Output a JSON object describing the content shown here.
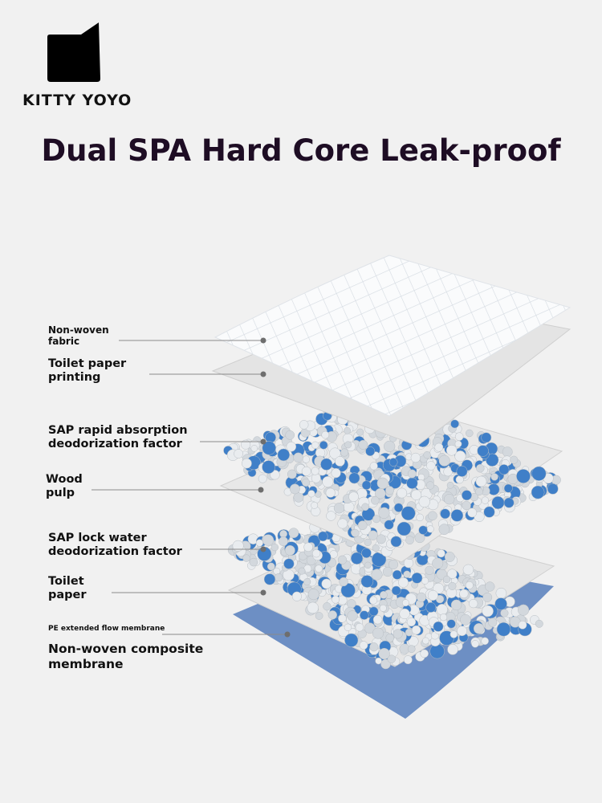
{
  "brand": {
    "name": "KITTY YOYO",
    "logo_icon": "cat-head-silhouette"
  },
  "title": "Dual SPA Hard Core Leak-proof",
  "colors": {
    "background": "#f1f1f1",
    "title": "#1e0d24",
    "membrane": "#6d8fc4",
    "bead_blue": "#3f7fc8"
  },
  "labels": [
    {
      "line1": "Non-woven",
      "line2": "fabric"
    },
    {
      "line1": "Toilet paper",
      "line2": "printing"
    },
    {
      "line1": "SAP rapid absorption",
      "line2": "deodorization factor"
    },
    {
      "line1": "Wood",
      "line2": "pulp"
    },
    {
      "line1": "SAP lock water",
      "line2": "deodorization factor"
    },
    {
      "line1": "Toilet",
      "line2": "paper"
    },
    {
      "line1": "PE extended flow membrane"
    },
    {
      "line1": "Non-woven composite",
      "line2": "membrane"
    }
  ]
}
